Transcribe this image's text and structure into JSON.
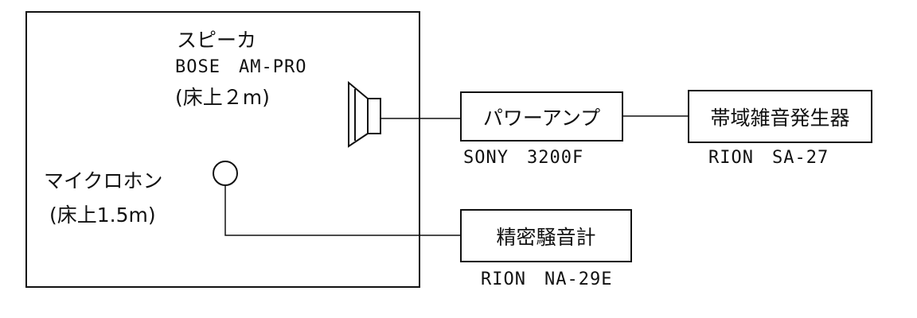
{
  "speaker": {
    "title": "スピーカ",
    "model": "BOSE　AM-PRO",
    "height": "(床上２m)"
  },
  "microphone": {
    "title": "マイクロホン",
    "height": "(床上1.5m)"
  },
  "amplifier": {
    "label": "パワーアンプ",
    "model": "SONY　3200F"
  },
  "generator": {
    "label": "帯域雑音発生器",
    "model": "RION　SA-27"
  },
  "meter": {
    "label": "精密騒音計",
    "model": "RION　NA-29E"
  }
}
